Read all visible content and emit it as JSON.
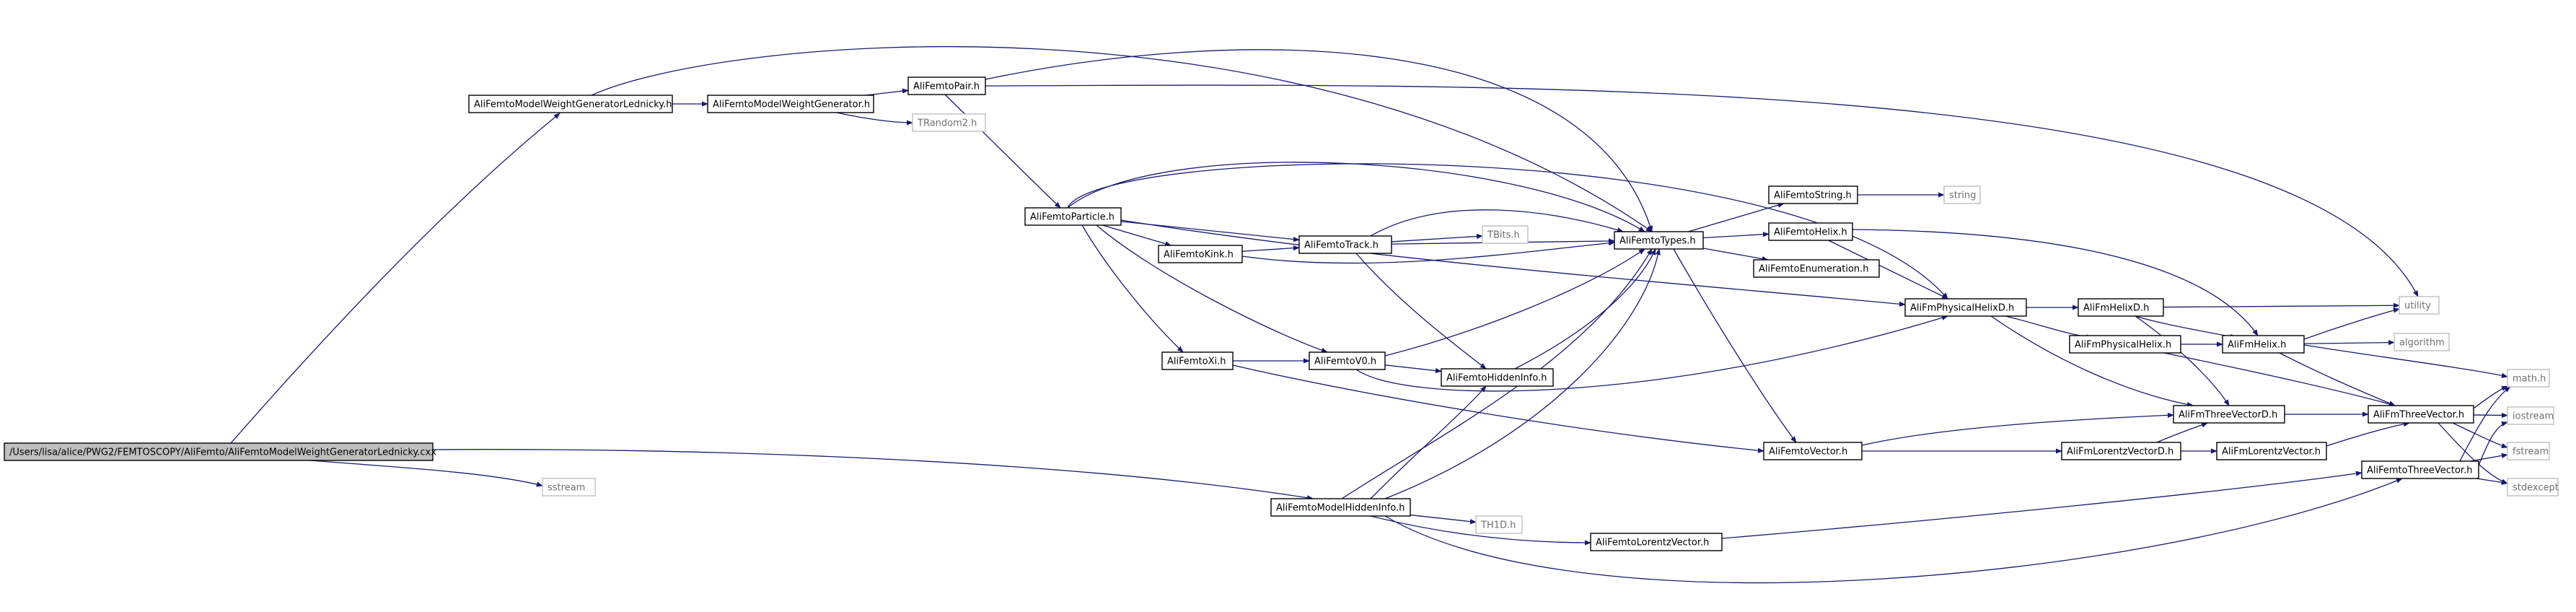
{
  "root_file": "/Users/lisa/alice/PWG2/FEMTOSCOPY/AliFemto/AliFemtoModelWeightGeneratorLednicky.cxx",
  "colors": {
    "edge": "#191970",
    "root_fill": "#bfbfbf",
    "node_border": "#000000",
    "external_border": "#bfbfbf",
    "external_text": "#6f6f6f"
  },
  "nodes": {
    "root": "/Users/lisa/alice/PWG2/FEMTOSCOPY/AliFemto/AliFemtoModelWeightGeneratorLednicky.cxx",
    "lednicky_h": "AliFemtoModelWeightGeneratorLednicky.h",
    "wg_h": "AliFemtoModelWeightGenerator.h",
    "pair_h": "AliFemtoPair.h",
    "trandom2": "TRandom2.h",
    "particle_h": "AliFemtoParticle.h",
    "kink_h": "AliFemtoKink.h",
    "track_h": "AliFemtoTrack.h",
    "tbits": "TBits.h",
    "types_h": "AliFemtoTypes.h",
    "string_h": "AliFemtoString.h",
    "string": "string",
    "helix_h": "AliFemtoHelix.h",
    "enum_h": "AliFemtoEnumeration.h",
    "xi_h": "AliFemtoXi.h",
    "v0_h": "AliFemtoV0.h",
    "hidden_h": "AliFemtoHiddenInfo.h",
    "physhelixd_h": "AliFmPhysicalHelixD.h",
    "helixd_h": "AliFmHelixD.h",
    "utility": "utility",
    "physhelix_h": "AliFmPhysicalHelix.h",
    "fmhelix_h": "AliFmHelix.h",
    "algorithm": "algorithm",
    "math_h": "math.h",
    "tv3d_h": "AliFmThreeVectorD.h",
    "tv3_h": "AliFmThreeVector.h",
    "iostream": "iostream",
    "vector_h": "AliFemtoVector.h",
    "lvd_h": "AliFmLorentzVectorD.h",
    "lv_h": "AliFmLorentzVector.h",
    "fstream": "fstream",
    "sstream": "sstream",
    "mhi_h": "AliFemtoModelHiddenInfo.h",
    "femto_tv_h": "AliFemtoThreeVector.h",
    "stdexcept": "stdexcept",
    "th1d": "TH1D.h",
    "femto_lv_h": "AliFemtoLorentzVector.h"
  }
}
